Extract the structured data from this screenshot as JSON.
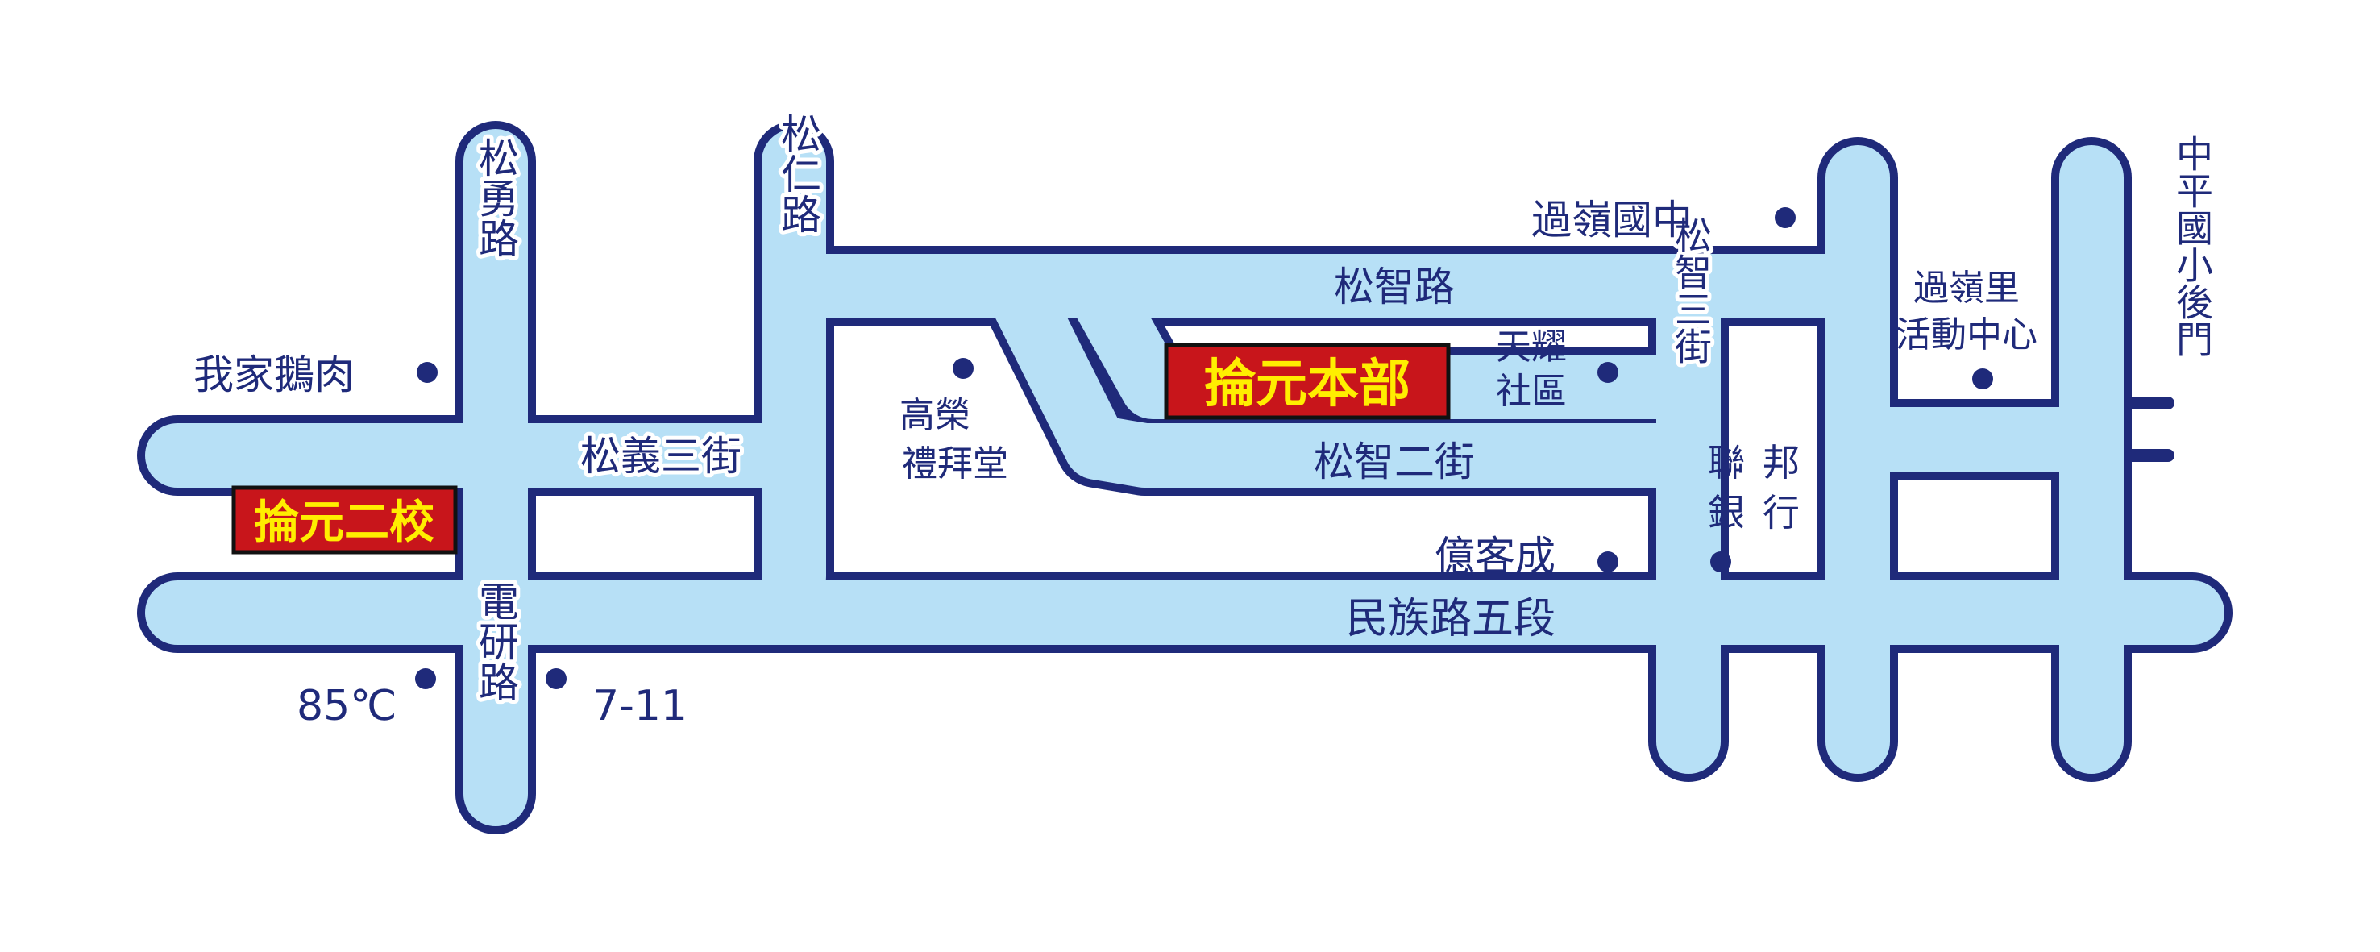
{
  "colors": {
    "road_fill": "#b7e0f6",
    "road_outline": "#1f2a7a",
    "label": "#1f2a7a",
    "sign_bg": "#c8151b",
    "sign_text": "#ffee00",
    "background": "#ffffff"
  },
  "roads": {
    "songyong": "松勇路",
    "songren": "松仁路",
    "songzhi": "松智路",
    "songyi_3": "松義三街",
    "songzhi_2": "松智二街",
    "songzhi_3": "松智三街",
    "minzu_5": "民族路五段",
    "dianyan": "電研路"
  },
  "landmarks": {
    "guoling_junior_high": "過嶺國中",
    "wojia_goose": "我家鵝肉",
    "gaorong_church_1": "高榮",
    "gaorong_church_2": "禮拜堂",
    "tianyao_1": "天耀",
    "tianyao_2": "社區",
    "guoling_center_1": "過嶺里",
    "guoling_center_2": "活動中心",
    "zhongping_school": "中平國小後門",
    "union_bank_1": "聯",
    "union_bank_2": "銀",
    "union_bank_3": "邦",
    "union_bank_4": "行",
    "yikecheng": "億客成",
    "cafe_85": "85℃",
    "seven_eleven": "7-11"
  },
  "signs": {
    "main_campus": "掄元本部",
    "second_campus": "掄元二校"
  }
}
